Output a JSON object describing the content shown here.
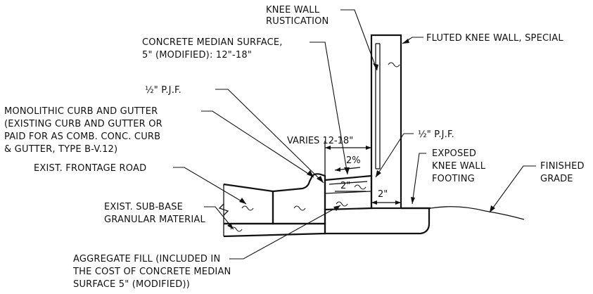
{
  "labels": {
    "knee_wall_rustication_1": "KNEE WALL",
    "knee_wall_rustication_2": "RUSTICATION",
    "fluted_knee_wall": "FLUTED KNEE WALL, SPECIAL",
    "median_surface_1": "CONCRETE MEDIAN SURFACE,",
    "median_surface_2": "5\" (MODIFIED): 12\"-18\"",
    "pjf_upper": "½\" P.J.F.",
    "curb_gutter_1": "MONOLITHIC CURB AND GUTTER",
    "curb_gutter_2": "(EXISTING CURB AND GUTTER OR",
    "curb_gutter_3": "PAID FOR AS COMB. CONC. CURB",
    "curb_gutter_4": "& GUTTER, TYPE B-V.12)",
    "pjf_lower": "½\" P.J.F.",
    "frontage_road": "EXIST. FRONTAGE ROAD",
    "exposed_footing_1": "EXPOSED",
    "exposed_footing_2": "KNEE WALL",
    "exposed_footing_3": "FOOTING",
    "finished_grade_1": "FINISHED",
    "finished_grade_2": "GRADE",
    "sub_base_1": "EXIST. SUB-BASE",
    "sub_base_2": "GRANULAR MATERIAL",
    "aggregate_1": "AGGREGATE FILL (INCLUDED IN",
    "aggregate_2": "THE COST OF CONCRETE MEDIAN",
    "aggregate_3": "SURFACE 5\" (MODIFIED))"
  },
  "dimensions": {
    "varies": "VARIES 12-18\"",
    "slope": "2%",
    "inner": "2\"",
    "outer": "2\""
  }
}
